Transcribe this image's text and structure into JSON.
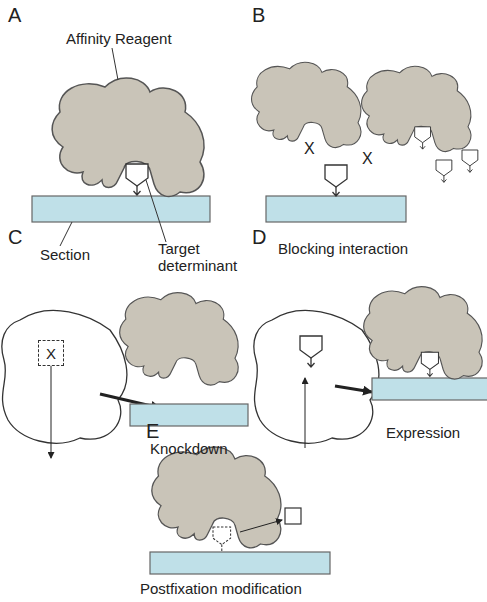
{
  "diagram": {
    "nodes": [
      {
        "text": [
          "X"
        ]
      }
    ],
    "labels": [
      "A",
      "Affinity Reagent",
      "B",
      "X",
      "X",
      "Section",
      "Target determinant",
      "Blocking interaction",
      "C",
      "Knockdown",
      "D",
      "Expression",
      "E",
      "Postfixation modification"
    ]
  }
}
